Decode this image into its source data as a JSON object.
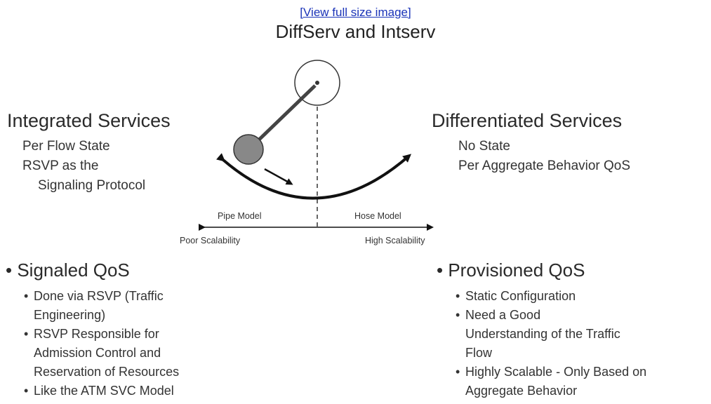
{
  "header": {
    "link_text": "[View full size image]",
    "title": "DiffServ and Intserv"
  },
  "left": {
    "heading": "Integrated Services",
    "lines": [
      "Per Flow State",
      "RSVP as the",
      "Signaling Protocol"
    ],
    "bullet_title": "Signaled QoS",
    "items": [
      [
        "Done via RSVP (Traffic",
        "Engineering)"
      ],
      [
        "RSVP Responsible for",
        "Admission Control and",
        "Reservation of Resources"
      ],
      [
        "Like the ATM SVC Model"
      ]
    ]
  },
  "right": {
    "heading": "Differentiated Services",
    "lines": [
      "No State",
      "Per Aggregate Behavior QoS"
    ],
    "bullet_title": "Provisioned QoS",
    "items": [
      [
        "Static Configuration"
      ],
      [
        "Need a Good",
        "Understanding of the Traffic",
        "Flow"
      ],
      [
        "Highly Scalable - Only Based on",
        "Aggregate Behavior"
      ]
    ]
  },
  "axis": {
    "left_model": "Pipe Model",
    "right_model": "Hose Model",
    "left_scal": "Poor Scalability",
    "right_scal": "High Scalability"
  },
  "colors": {
    "link": "#1a33b8",
    "ball": "#888888"
  }
}
